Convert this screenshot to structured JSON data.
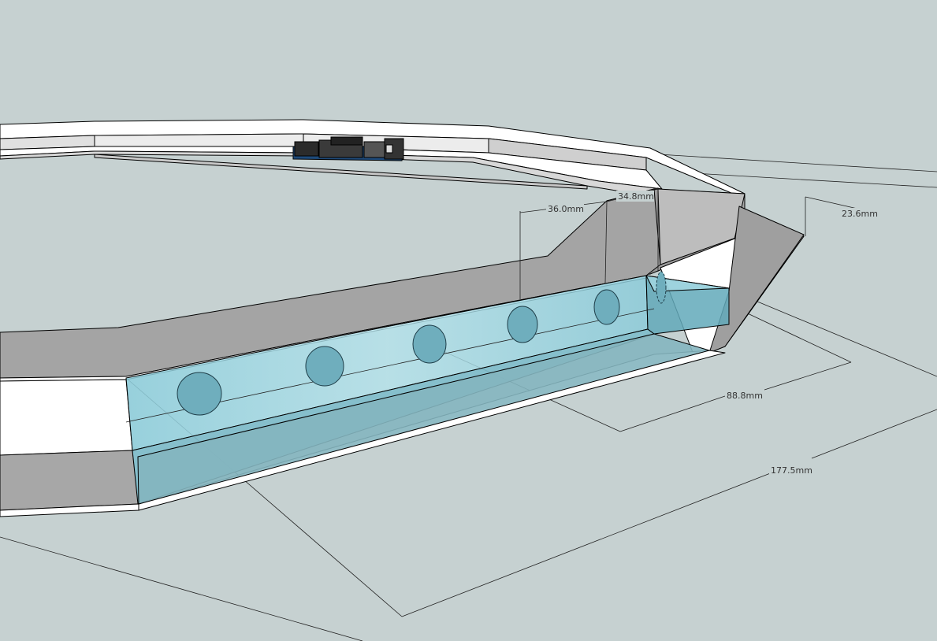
{
  "colors": {
    "background": "#c6d1d1",
    "wall_top": "#ffffff",
    "wall_side": "#9e9e9e",
    "wall_side_light": "#b5b5b5",
    "glass": "#7fc8d8",
    "glass_dark": "#5aa5b5",
    "board": "#2b2b2b",
    "board_accent": "#1e4a7a"
  },
  "dimensions": {
    "d1": "36.0mm",
    "d2": "34.8mm",
    "d3": "23.6mm",
    "d4": "88.8mm",
    "d5": "177.5mm"
  }
}
